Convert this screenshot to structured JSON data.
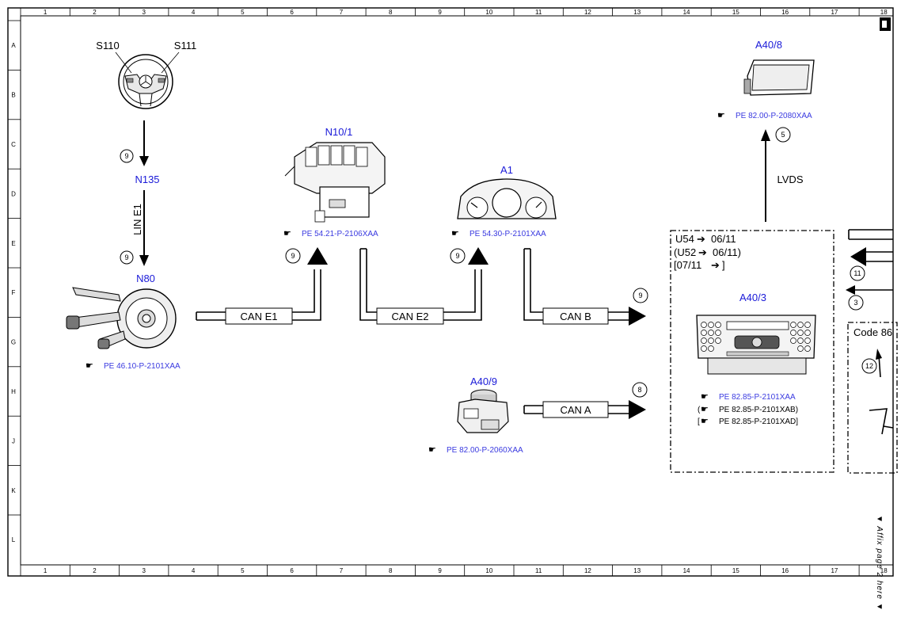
{
  "grid": {
    "columns": [
      "1",
      "2",
      "3",
      "4",
      "5",
      "6",
      "7",
      "8",
      "9",
      "10",
      "11",
      "12",
      "13",
      "14",
      "15",
      "16",
      "17",
      "18"
    ],
    "rows": [
      "A",
      "B",
      "C",
      "D",
      "E",
      "F",
      "G",
      "H",
      "J",
      "K",
      "L"
    ]
  },
  "components": {
    "s110": "S110",
    "s111": "S111",
    "n135": "N135",
    "n80": "N80",
    "n10_1": "N10/1",
    "a1": "A1",
    "a40_9": "A40/9",
    "a40_8": "A40/8",
    "a40_3": "A40/3"
  },
  "references": {
    "n80": "PE 46.10-P-2101XAA",
    "n10_1": "PE 54.21-P-2106XAA",
    "a1": "PE 54.30-P-2101XAA",
    "a40_9": "PE 82.00-P-2060XAA",
    "a40_8": "PE 82.00-P-2080XAA",
    "a40_3_main": "PE 82.85-P-2101XAA",
    "a40_3_b": "PE 82.85-P-2101XAB)",
    "a40_3_d": "PE 82.85-P-2101XAD]"
  },
  "buses": {
    "lin_e1": "LIN E1",
    "can_e1": "CAN E1",
    "can_e2": "CAN E2",
    "can_b": "CAN B",
    "can_a": "CAN A",
    "lvds": "LVDS"
  },
  "callouts": {
    "c_steer": "9",
    "c_n80": "9",
    "c_n10": "9",
    "c_a1": "9",
    "c_canb": "9",
    "c_cana": "8",
    "c_lvds": "5",
    "c_11": "11",
    "c_3": "3",
    "c_12": "12"
  },
  "variants": {
    "line1_a": "U54",
    "line1_b": "06/11",
    "line2_a": "(U52",
    "line2_b": "06/11)",
    "line3_a": "[07/11",
    "line3_b": "]"
  },
  "code_box": "Code 86",
  "side_note": "▼ Affix page 2 here ▼",
  "colors": {
    "label_blue": "#1a1ad8",
    "reference_blue": "#3a3ae0",
    "line": "#000000"
  }
}
